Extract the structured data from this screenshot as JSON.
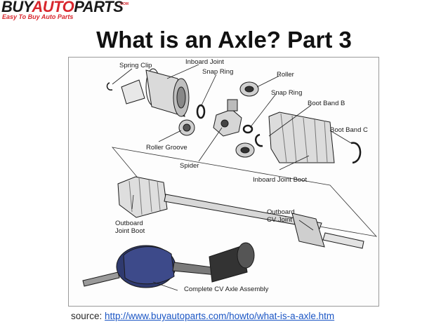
{
  "logo": {
    "text_dark": "BUY",
    "text_red": "AUTO",
    "text_dark2": "PARTS",
    "dotcom": ".COM",
    "tagline": "Easy To Buy Auto Parts"
  },
  "title": "What is an Axle? Part 3",
  "diagram": {
    "labels": {
      "spring_clip": "Spring Clip",
      "inboard_joint": "Inboard Joint",
      "snap_ring_top": "Snap Ring",
      "roller": "Roller",
      "snap_ring_right": "Snap Ring",
      "boot_band_b": "Boot Band B",
      "boot_band_c": "Boot Band C",
      "roller_groove": "Roller Groove",
      "spider": "Spider",
      "inboard_joint_boot": "Inboard Joint Boot",
      "outboard_joint_boot_1": "Outboard",
      "outboard_joint_boot_2": "Joint Boot",
      "outboard_cv_joint_1": "Outboard",
      "outboard_cv_joint_2": "CV Joint",
      "complete_assembly": "Complete CV Axle Assembly"
    }
  },
  "source": {
    "prefix": "source: ",
    "link_text": "http://www.buyautoparts.com/howto/what-is-a-axle.htm"
  },
  "colors": {
    "brand_red": "#d8262d",
    "link_blue": "#1a55c4",
    "boot_blue": "#3d4a8a"
  }
}
